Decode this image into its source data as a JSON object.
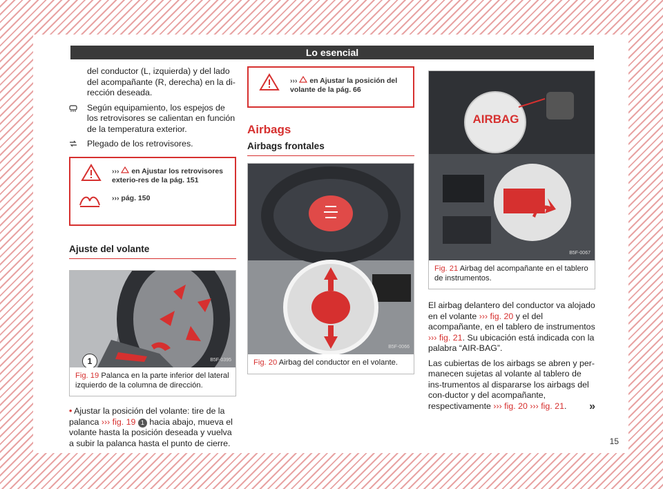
{
  "header": {
    "title": "Lo esencial"
  },
  "left": {
    "para1": "del conductor (L, izquierda) y del lado del acompañante (R, derecha) en la di-rección deseada.",
    "item_heat": "Según equipamiento, los espejos de los retrovisores se calientan en función de la temperatura exterior.",
    "item_fold": "Plegado de los retrovisores.",
    "warn_arrows": "›››",
    "warn_text": " en Ajustar los retrovisores exterio-res de la pág. 151",
    "note_text": "››› pág. 150",
    "section_title": "Ajuste del volante",
    "fig19_code": "B5F-0395",
    "fig19_label": "Fig. 19",
    "fig19_caption": "Palanca en la parte inferior del lateral izquierdo de la columna de dirección.",
    "callout_1": "1",
    "para_a": "Ajustar la posición del volante: tire de la palanca ",
    "para_ref": "››› fig. 19",
    "para_num": "1",
    "para_b": " hacia abajo, mueva el volante hasta la posición deseada y vuelva a subir la palanca hasta el punto de cierre."
  },
  "middle": {
    "warn_arrows": "›››",
    "warn_text": " en Ajustar la posición del volante de la pág. 66",
    "heading": "Airbags",
    "subheading": "Airbags frontales",
    "fig20_code": "B5F-0066",
    "fig20_label": "Fig. 20",
    "fig20_caption": "Airbag del conductor en el volante."
  },
  "right": {
    "airbag_label": "AIRBAG",
    "fig21_code": "B5F-0067",
    "fig21_label": "Fig. 21",
    "fig21_caption": "Airbag del acompañante en el tablero de instrumentos.",
    "p1_a": "El airbag delantero del conductor va alojado en el volante ",
    "p1_ref1": "››› fig. 20",
    "p1_b": " y el del acompañante, en el tablero de instrumentos ",
    "p1_ref2": "››› fig. 21",
    "p1_c": ". Su ubicación está indicada con la palabra “AIR-BAG”.",
    "p2_a": "Las cubiertas de los airbags se abren y per-manecen sujetas al volante al tablero de ins-trumentos al dispararse los airbags del con-ductor y del acompañante, respectivamente ",
    "p2_ref1": "››› fig. 20",
    "p2_ref2": "››› fig. 21",
    "p2_end": ".",
    "continue_mark": "»"
  },
  "footer": {
    "page_number": "15"
  },
  "colors": {
    "accent": "#d6302f",
    "header_bg": "#3a3a3a",
    "hatch": "#e8a3a3"
  }
}
